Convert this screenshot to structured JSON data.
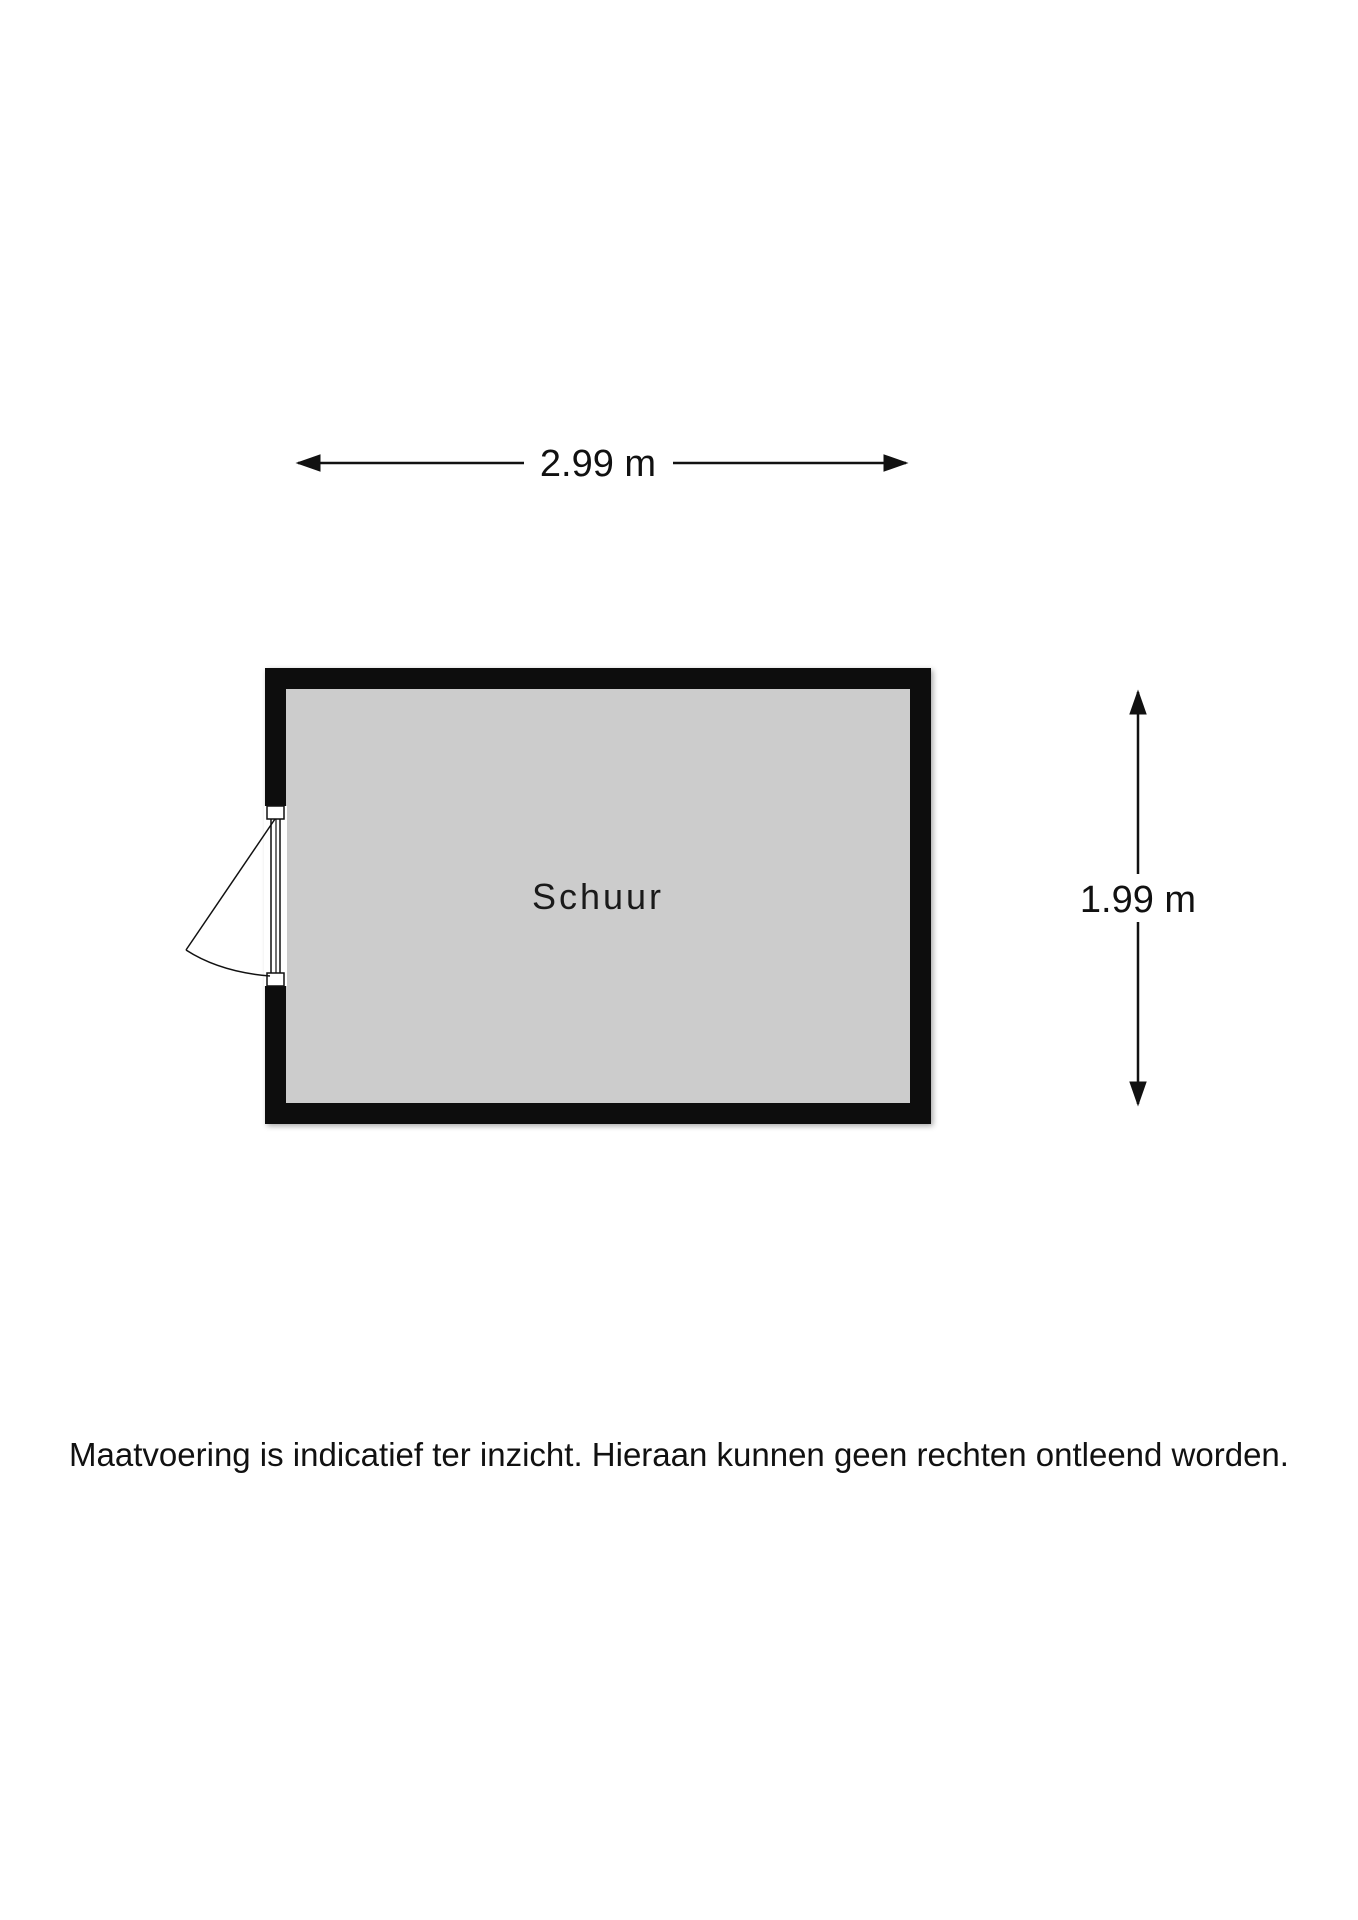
{
  "dimensions": {
    "width_label": "2.99 m",
    "height_label": "1.99 m"
  },
  "room": {
    "name": "Schuur"
  },
  "footer": {
    "disclaimer": "Maatvoering is indicatief ter inzicht. Hieraan kunnen geen rechten ontleend worden."
  },
  "colors": {
    "wall": "#111111",
    "floor": "#cccccc",
    "background": "#ffffff"
  }
}
